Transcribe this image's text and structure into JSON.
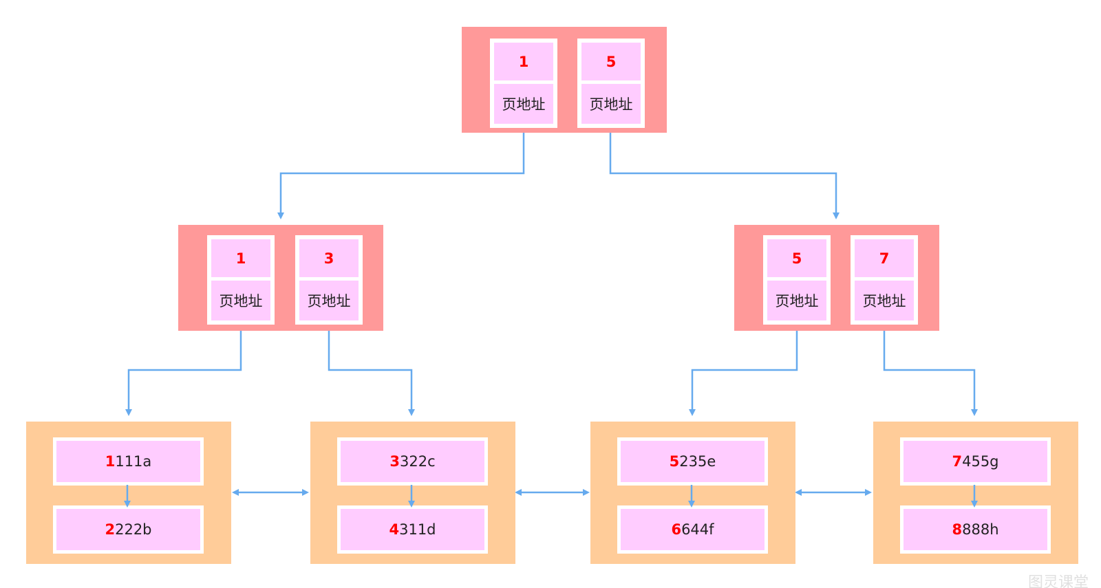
{
  "colors": {
    "internal_node_fill": "#ff9999",
    "leaf_node_fill": "#ffcc99",
    "cell_fill": "#ffccff",
    "key_text": "#ff0000",
    "arrow": "#66aaee"
  },
  "root": {
    "entries": [
      {
        "key": "1",
        "pointer": "页地址"
      },
      {
        "key": "5",
        "pointer": "页地址"
      }
    ]
  },
  "internal": [
    {
      "entries": [
        {
          "key": "1",
          "pointer": "页地址"
        },
        {
          "key": "3",
          "pointer": "页地址"
        }
      ]
    },
    {
      "entries": [
        {
          "key": "5",
          "pointer": "页地址"
        },
        {
          "key": "7",
          "pointer": "页地址"
        }
      ]
    }
  ],
  "leaves": [
    {
      "records": [
        {
          "lead": "1",
          "rest": "111a"
        },
        {
          "lead": "2",
          "rest": "222b"
        }
      ]
    },
    {
      "records": [
        {
          "lead": "3",
          "rest": "322c"
        },
        {
          "lead": "4",
          "rest": "311d"
        }
      ]
    },
    {
      "records": [
        {
          "lead": "5",
          "rest": "235e"
        },
        {
          "lead": "6",
          "rest": "644f"
        }
      ]
    },
    {
      "records": [
        {
          "lead": "7",
          "rest": "455g"
        },
        {
          "lead": "8",
          "rest": "888h"
        }
      ]
    }
  ],
  "watermark": "图灵课堂"
}
